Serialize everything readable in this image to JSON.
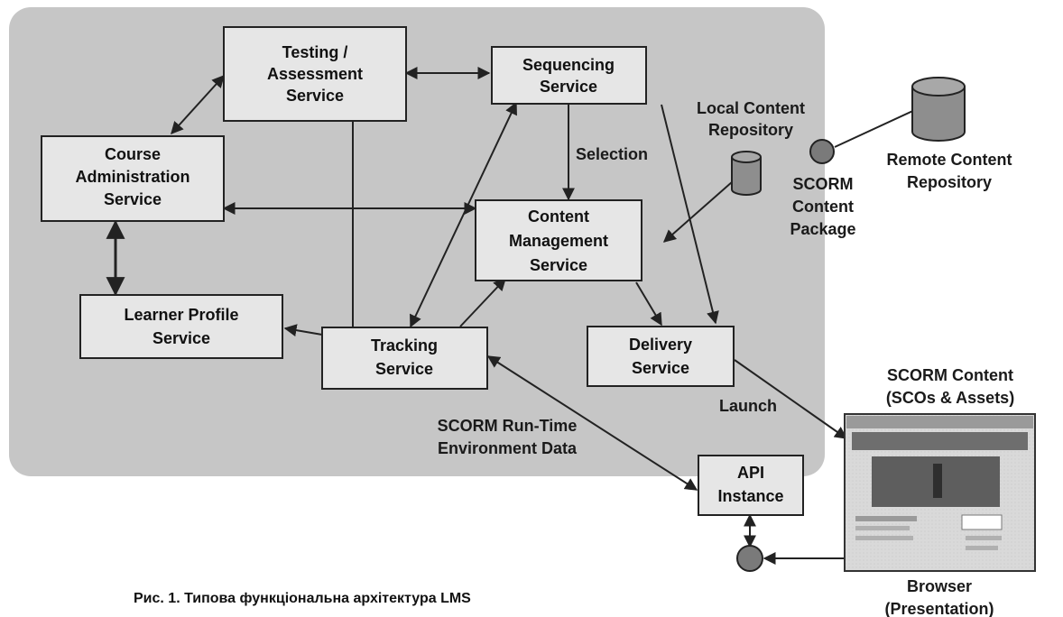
{
  "boxes": {
    "testing": [
      "Testing /",
      "Assessment",
      "Service"
    ],
    "sequencing": [
      "Sequencing",
      "Service"
    ],
    "course_admin": [
      "Course",
      "Administration",
      "Service"
    ],
    "content_mgmt": [
      "Content",
      "Management",
      "Service"
    ],
    "learner_profile": [
      "Learner Profile",
      "Service"
    ],
    "tracking": [
      "Tracking",
      "Service"
    ],
    "delivery": [
      "Delivery",
      "Service"
    ],
    "api": [
      "API",
      "Instance"
    ]
  },
  "labels": {
    "selection": "Selection",
    "local_repo": [
      "Local Content",
      "Repository"
    ],
    "remote_repo": [
      "Remote Content",
      "Repository"
    ],
    "scorm_package": [
      "SCORM",
      "Content",
      "Package"
    ],
    "scorm_content": [
      "SCORM Content",
      "(SCOs & Assets)"
    ],
    "launch": "Launch",
    "runtime": [
      "SCORM Run-Time",
      "Environment Data"
    ],
    "browser": [
      "Browser",
      "(Presentation)"
    ]
  },
  "caption": "Рис. 1. Типова функціональна архітектура LMS",
  "colors": {
    "panel": "#c6c6c6",
    "box_fill": "#e6e6e6",
    "stroke": "#222222",
    "cylinder": "#8e8e8e",
    "node": "#7a7a7a"
  }
}
